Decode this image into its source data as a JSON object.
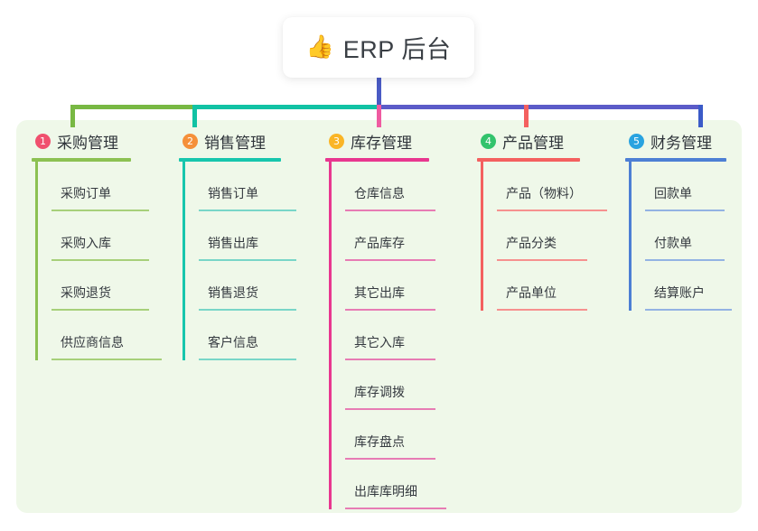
{
  "title": {
    "icon": "thumbs-up-icon",
    "icon_glyph": "👍",
    "text": "ERP 后台"
  },
  "panel": {
    "background": "#eff8e9"
  },
  "connectors": {
    "trunk_color": "#4a5bc4",
    "segments": [
      "#78b843",
      "#11c2a4",
      "#5b5bc8"
    ],
    "drops": [
      "#78b843",
      "#11c2a4",
      "#ef5ba1",
      "#f4605f",
      "#3b5bc8"
    ]
  },
  "columns": [
    {
      "number": "1",
      "title": "采购管理",
      "badge_color": "#f0506e",
      "line_color": "#8cc152",
      "rule_color": "#a7d07a",
      "items": [
        "采购订单",
        "采购入库",
        "采购退货",
        "供应商信息"
      ],
      "item_rule_widths": [
        108,
        108,
        108,
        122
      ]
    },
    {
      "number": "2",
      "title": "销售管理",
      "badge_color": "#f5903a",
      "line_color": "#17c6ad",
      "rule_color": "#79d6c8",
      "items": [
        "销售订单",
        "销售出库",
        "销售退货",
        "客户信息"
      ],
      "item_rule_widths": [
        108,
        108,
        108,
        108
      ]
    },
    {
      "number": "3",
      "title": "库存管理",
      "badge_color": "#fab526",
      "line_color": "#e8378f",
      "rule_color": "#e77cb4",
      "items": [
        "仓库信息",
        "产品库存",
        "其它出库",
        "其它入库",
        "库存调拨",
        "库存盘点",
        "出库库明细"
      ],
      "item_rule_widths": [
        100,
        100,
        100,
        100,
        100,
        100,
        112
      ]
    },
    {
      "number": "4",
      "title": "产品管理",
      "badge_color": "#32c36c",
      "line_color": "#f4605f",
      "rule_color": "#f6918f",
      "items": [
        "产品（物料）",
        "产品分类",
        "产品单位"
      ],
      "item_rule_widths": [
        122,
        100,
        100
      ]
    },
    {
      "number": "5",
      "title": "财务管理",
      "badge_color": "#29a3e0",
      "line_color": "#4d7fd4",
      "rule_color": "#93b3e3",
      "items": [
        "回款单",
        "付款单",
        "结算账户"
      ],
      "item_rule_widths": [
        88,
        88,
        96
      ]
    }
  ]
}
